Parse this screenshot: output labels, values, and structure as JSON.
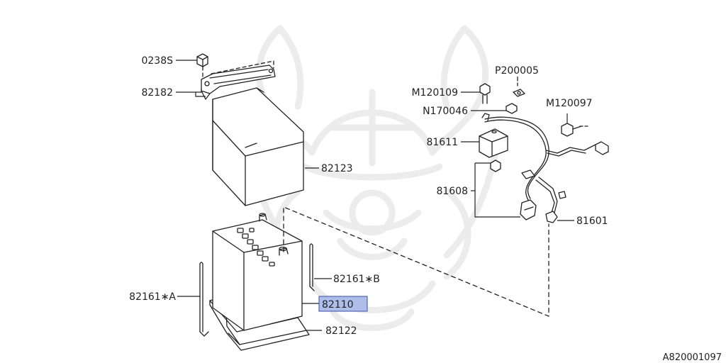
{
  "diagram": {
    "labels": {
      "p0238s": "0238S",
      "p82182": "82182",
      "p82123": "82123",
      "p82161a": "82161∗A",
      "p82161b": "82161∗B",
      "p82110": "82110",
      "p82122": "82122",
      "pP200005": "P200005",
      "pM120109": "M120109",
      "pN170046": "N170046",
      "pM120097": "M120097",
      "p81611": "81611",
      "p81608": "81608",
      "p81601": "81601"
    },
    "selected_part": "82110",
    "highlight_color": "#aebde9",
    "highlight_border": "#3a4fa8",
    "line_color": "#222222",
    "watermark_color": "#eeeeee",
    "diagram_id": "A820001097"
  }
}
